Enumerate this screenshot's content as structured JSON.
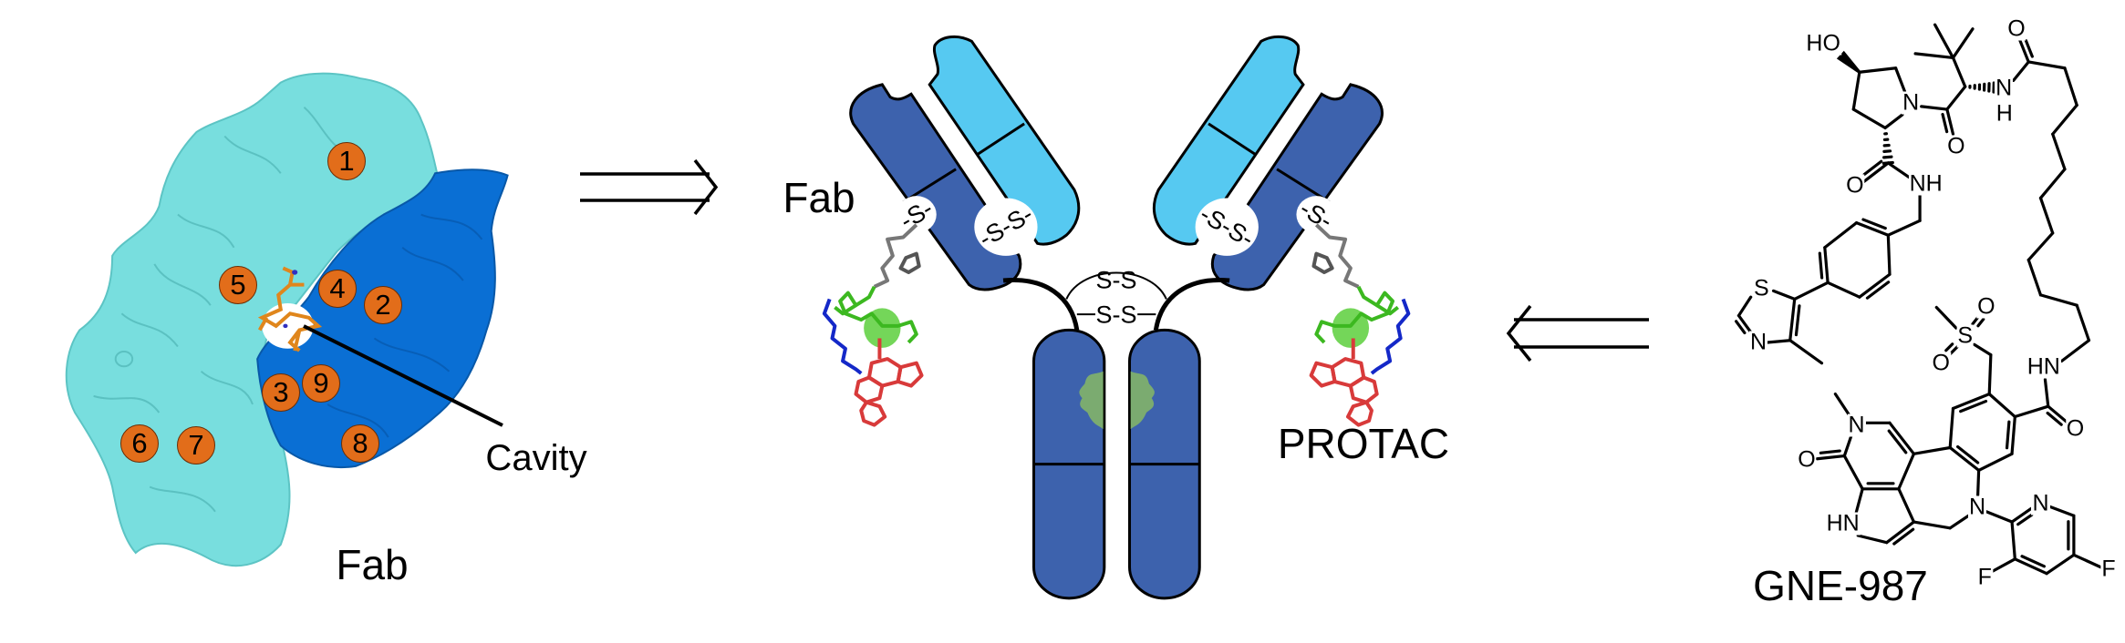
{
  "left_panel": {
    "title": "Fab",
    "callout": "Cavity",
    "sites": [
      "1",
      "5",
      "4",
      "2",
      "3",
      "9",
      "6",
      "7",
      "8"
    ]
  },
  "antibody": {
    "fab_label": "Fab",
    "protac_label": "PROTAC",
    "disulfides": {
      "left_thiol": "-S-",
      "left_interchain": "-S-S-",
      "right_interchain": "-S-S-",
      "right_thiol": "-S-",
      "hinge_upper": "S-S",
      "hinge_lower": "S-S"
    }
  },
  "molecule": {
    "name": "GNE-987",
    "atoms": {
      "hydroxyl": "HO",
      "pyrrolidine_n": "N",
      "amide_n_top": "N",
      "amide_h_top": "H",
      "carbonyl_o1": "O",
      "carbonyl_o2": "O",
      "carbonyl_o3": "O",
      "amide_nh": "NH",
      "thiazole_s": "S",
      "thiazole_n": "N",
      "sulfone_s": "S",
      "sulfone_o1": "O",
      "sulfone_o2": "O",
      "amide_hn": "HN",
      "carbonyl_o4": "O",
      "pyridone_n": "N",
      "pyridone_o": "O",
      "pyrrole_hn": "HN",
      "azepine_n": "N",
      "pyridine_n": "N",
      "fluoro_1": "F",
      "fluoro_2": "F"
    }
  },
  "colors": {
    "light_chain": "#56c9f1",
    "heavy_chain": "#3d62ad",
    "protein_cyan": "#78dede",
    "protein_blue": "#0a6fd4",
    "site_marker": "#e26d1a",
    "vhl_ligand": "#5ccf3c",
    "linker": "#1428c8",
    "warhead": "#d83a3a"
  }
}
